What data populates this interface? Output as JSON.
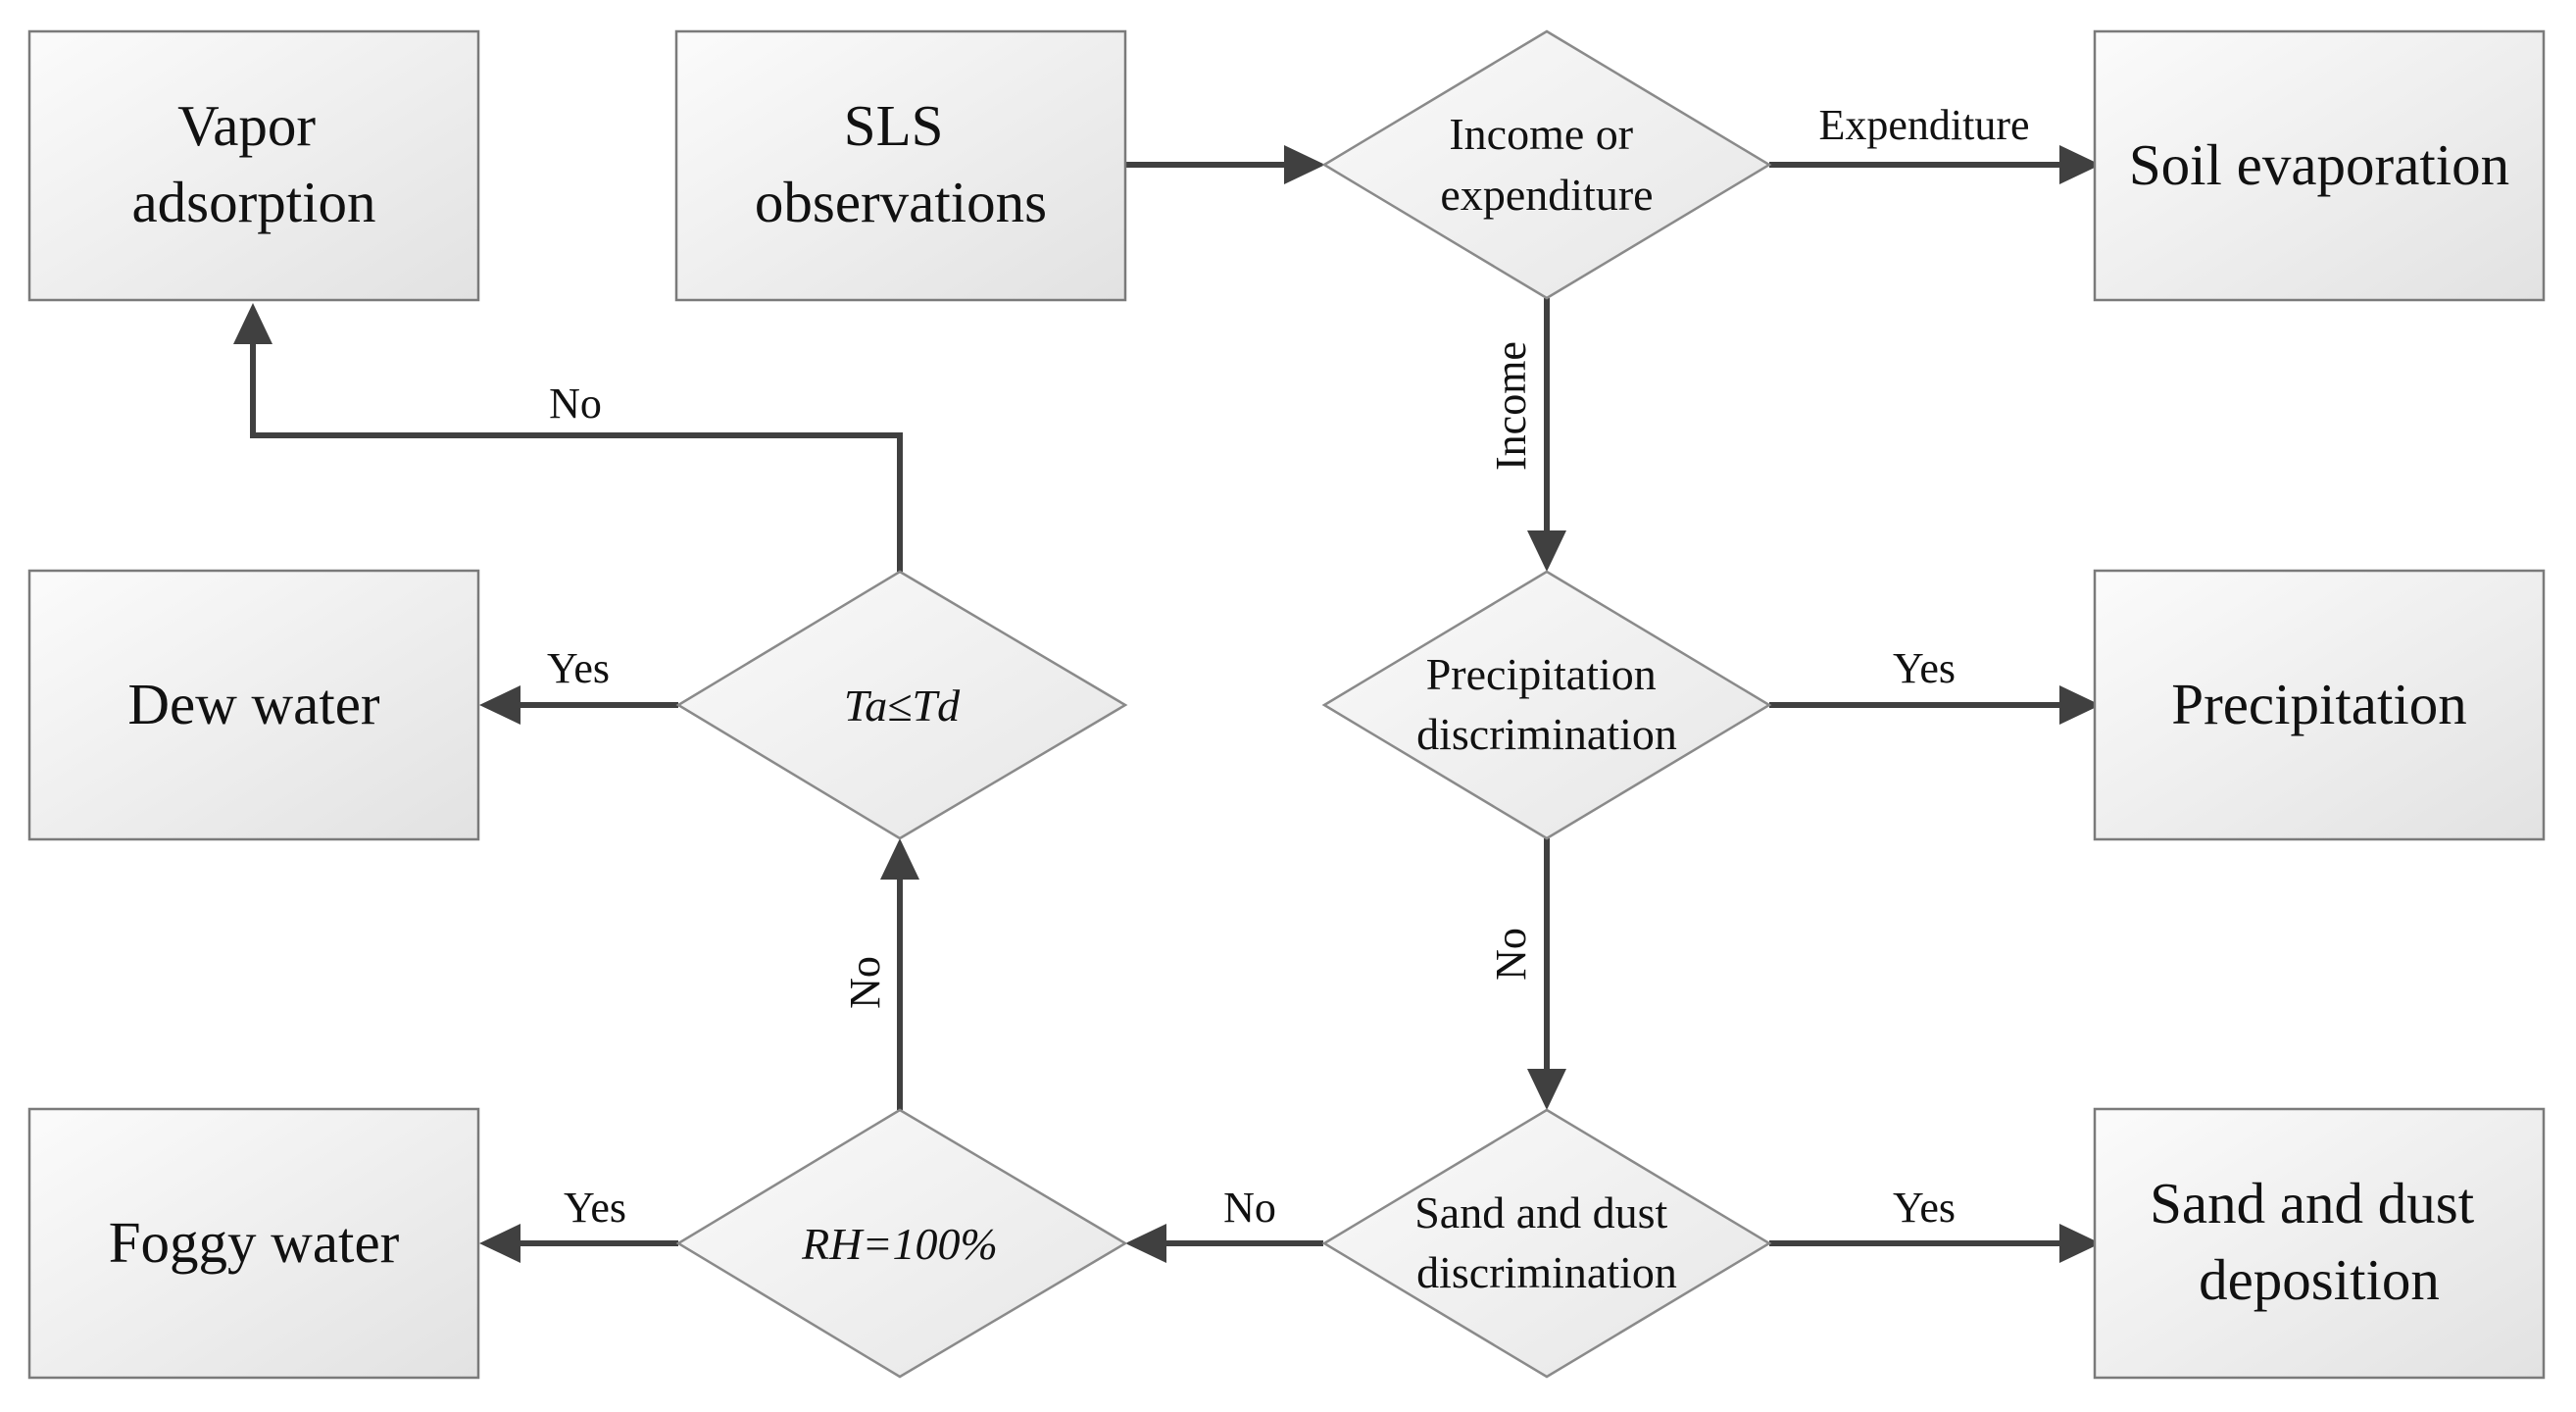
{
  "diagram": {
    "boxes": {
      "vapor": [
        "Vapor",
        "adsorption"
      ],
      "sls": [
        "SLS",
        "observations"
      ],
      "soil": [
        "Soil evaporation"
      ],
      "dew": [
        "Dew water"
      ],
      "precip": [
        "Precipitation"
      ],
      "foggy": [
        "Foggy water"
      ],
      "sand": [
        "Sand and dust",
        "deposition"
      ]
    },
    "decisions": {
      "income": [
        "Income or",
        "expenditure"
      ],
      "ta_td": [
        "Ta≤Td"
      ],
      "precip_disc": [
        "Precipitation",
        "discrimination"
      ],
      "rh": [
        "RH=100%"
      ],
      "sand_disc": [
        "Sand and dust",
        "discrimination"
      ]
    },
    "edge_labels": {
      "expenditure": "Expenditure",
      "income": "Income",
      "no_vapor": "No",
      "yes_dew": "Yes",
      "yes_precip": "Yes",
      "no_precip": "No",
      "no_rh_to_ta": "No",
      "yes_foggy": "Yes",
      "no_sand_to_rh": "No",
      "yes_sand": "Yes"
    }
  }
}
